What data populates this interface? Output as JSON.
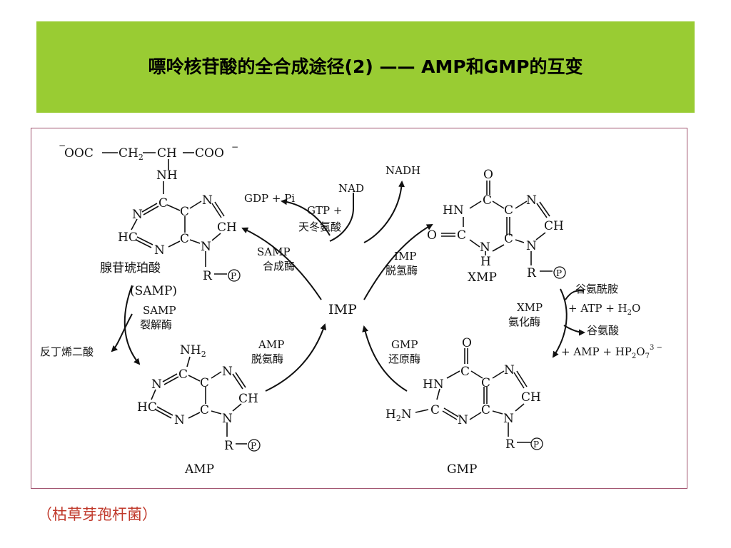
{
  "title": "嘌呤核苷酸的全合成途径(2) —— AMP和GMP的互变",
  "footnote": "（枯草芽孢杆菌）",
  "colors": {
    "title_bar": "#99cc33",
    "frame": "#a0526e",
    "footnote": "#c0392b"
  },
  "diagram": {
    "center": "IMP",
    "samp": {
      "side_chain_left": "OOC",
      "side_chain_ch2": "CH",
      "side_chain_ch2_sub": "2",
      "side_chain_ch": "CH",
      "side_chain_right": "COO",
      "nh": "NH",
      "ring": {
        "n1": "N",
        "c6": "C",
        "c5": "C",
        "n7": "N",
        "c8": "CH",
        "c2": "HC",
        "n3": "N",
        "c4": "C",
        "n9": "N"
      },
      "name": "腺苷琥珀酸",
      "abbr": "(SAMP)",
      "r_label": "R",
      "p_label": "P"
    },
    "xmp": {
      "o_top": "O",
      "ring": {
        "c6": "C",
        "n1": "HN",
        "c5": "C",
        "n7": "N",
        "c8": "CH",
        "c2": "C",
        "o2": "O",
        "c4": "C",
        "n3": "N",
        "h": "H",
        "n9": "N"
      },
      "name": "XMP",
      "r_label": "R",
      "p_label": "P"
    },
    "amp": {
      "nh2": "NH",
      "nh2_sub": "2",
      "ring": {
        "n1": "N",
        "c6": "C",
        "c5": "C",
        "n7": "N",
        "c8": "CH",
        "c2": "HC",
        "n3": "N",
        "c4": "C",
        "n9": "N"
      },
      "name": "AMP",
      "r_label": "R",
      "p_label": "P"
    },
    "gmp": {
      "o_top": "O",
      "ring": {
        "c6": "C",
        "n1": "HN",
        "c5": "C",
        "n7": "N",
        "c8": "CH",
        "c2": "C",
        "nh2": "H",
        "nh2_sub": "2",
        "nh2_n": "N",
        "n3": "N",
        "c4": "C",
        "n9": "N"
      },
      "name": "GMP",
      "r_label": "R",
      "p_label": "P"
    },
    "labels": {
      "gdp_pi": "GDP + Pi",
      "gtp": "GTP +",
      "asp": "天冬氨酸",
      "nad": "NAD",
      "nadh": "NADH",
      "samp_syn_1": "SAMP",
      "samp_syn_2": "合成酶",
      "imp_dh_1": "IMP",
      "imp_dh_2": "脱氢酶",
      "samp_lyase_1": "SAMP",
      "samp_lyase_2": "裂解酶",
      "fumarate": "反丁烯二酸",
      "amp_deam_1": "AMP",
      "amp_deam_2": "脱氨酶",
      "gmp_red_1": "GMP",
      "gmp_red_2": "还原酶",
      "xmp_am_1": "XMP",
      "xmp_am_2": "氨化酶",
      "gln": "谷氨酰胺",
      "atp_h2o_a": "+ ATP + H",
      "atp_h2o_sub": "2",
      "atp_h2o_b": "O",
      "glu": "谷氨酸",
      "amp_ppi_a": "+ AMP + HP",
      "amp_ppi_sub1": "2",
      "amp_ppi_b": "O",
      "amp_ppi_sub2": "7",
      "amp_ppi_sup": "3 −"
    }
  }
}
